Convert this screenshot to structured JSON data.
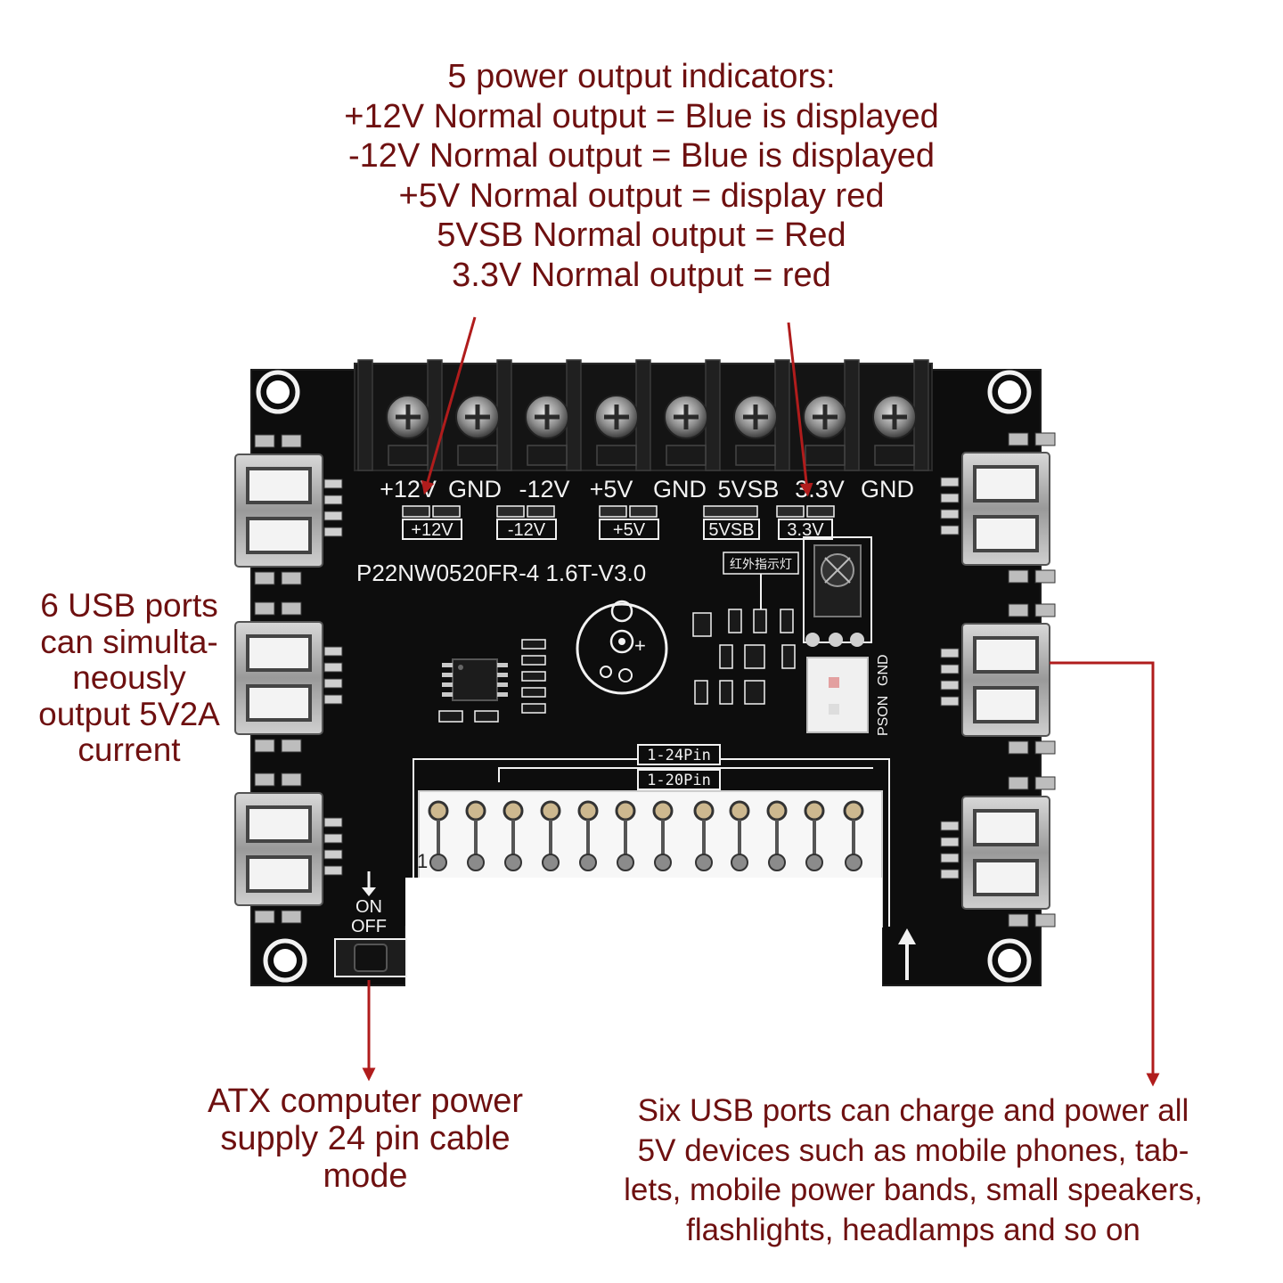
{
  "annotations": {
    "top": {
      "lines": [
        "5 power output indicators:",
        "+12V Normal output = Blue is displayed",
        "-12V Normal output = Blue is displayed",
        "+5V Normal output = display red",
        "5VSB Normal output = Red",
        "3.3V Normal output = red"
      ]
    },
    "left": {
      "lines": [
        "6 USB ports",
        "can simulta-",
        "neously",
        "output 5V2A",
        "current"
      ]
    },
    "bottom_left": {
      "lines": [
        "ATX computer power",
        "supply 24 pin cable",
        "mode"
      ]
    },
    "bottom_right": {
      "lines": [
        "Six USB ports can charge and power all",
        "5V devices such as mobile phones, tab-",
        "lets, mobile power bands, small speakers,",
        "flashlights, headlamps and so on"
      ]
    }
  },
  "board": {
    "model": "P22NW0520FR-4  1.6T-V3.0",
    "terminal_labels": [
      "+12V",
      "GND",
      "-12V",
      "+5V",
      "GND",
      "5VSB",
      "3.3V",
      "GND"
    ],
    "led_labels": [
      "+12V",
      "-12V",
      "+5V",
      "5VSB",
      "3.3V"
    ],
    "ir_label": "红外指示灯",
    "pin_labels": [
      "1-24Pin",
      "1-20Pin"
    ],
    "pson_label": "PSON",
    "gnd_label": "GND",
    "switch_labels": [
      "ON",
      "OFF"
    ],
    "pin_one": "1"
  },
  "colors": {
    "annotation_text": "#6e1010",
    "arrow": "#b01c1c",
    "pcb": "#0d0d0d"
  }
}
